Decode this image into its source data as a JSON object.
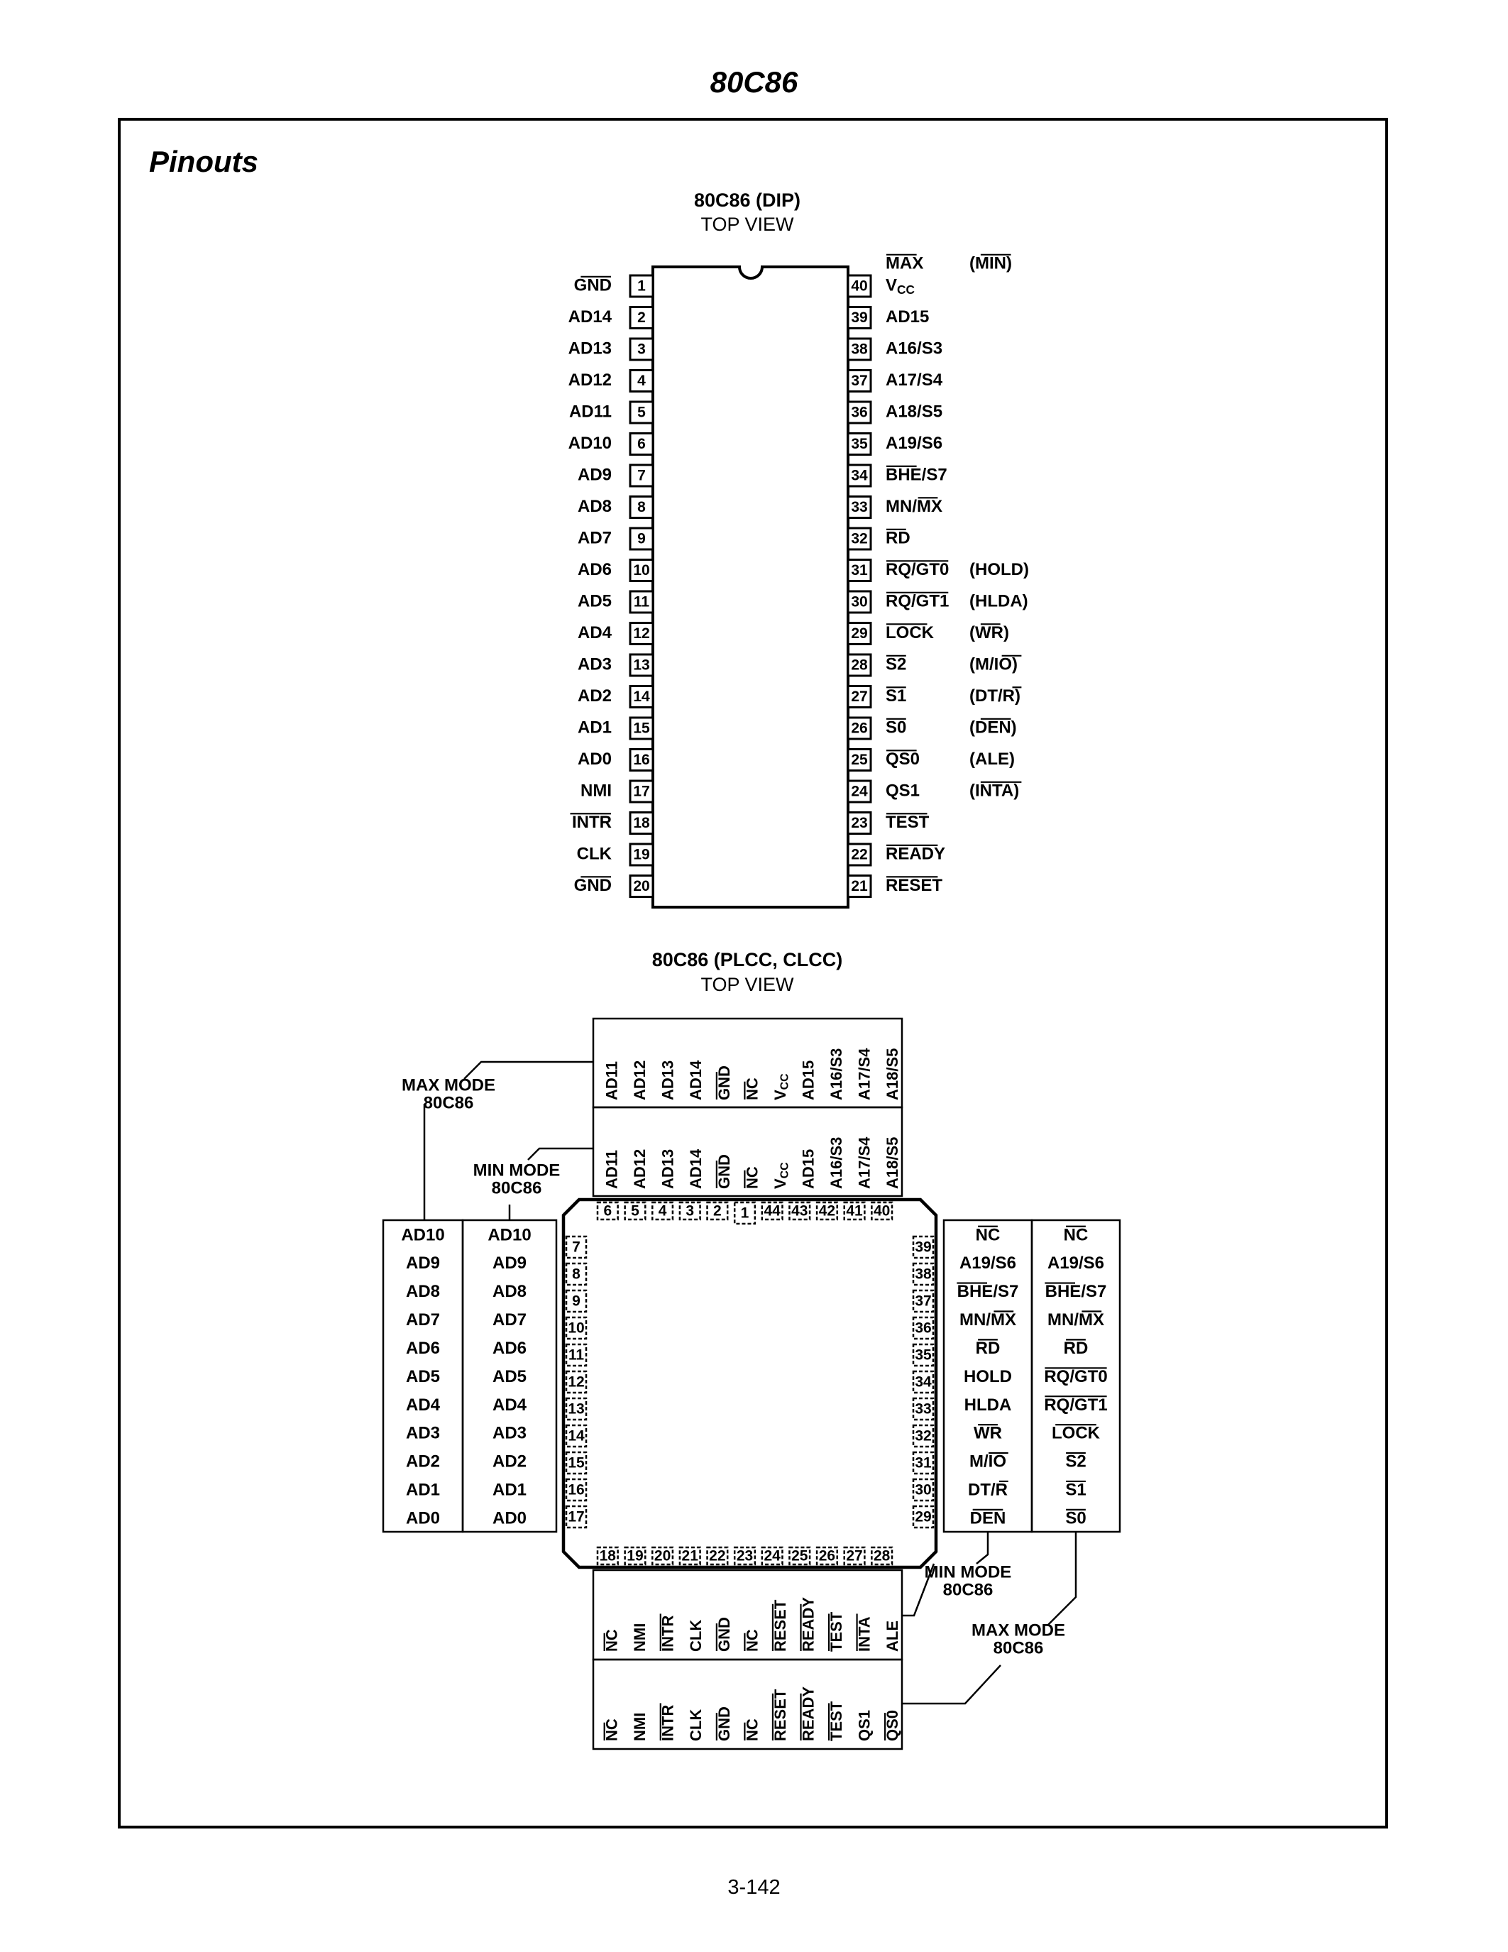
{
  "page": {
    "header": "80C86",
    "section_title": "Pinouts",
    "page_number": "3-142"
  },
  "dip": {
    "title": "80C86 (DIP)",
    "subtitle": "TOP VIEW",
    "mode_headers": {
      "max": "MAX",
      "min": "(MIN)"
    },
    "left_pins": [
      {
        "num": "1",
        "label": "GND"
      },
      {
        "num": "2",
        "label": "AD14"
      },
      {
        "num": "3",
        "label": "AD13"
      },
      {
        "num": "4",
        "label": "AD12"
      },
      {
        "num": "5",
        "label": "AD11"
      },
      {
        "num": "6",
        "label": "AD10"
      },
      {
        "num": "7",
        "label": "AD9"
      },
      {
        "num": "8",
        "label": "AD8"
      },
      {
        "num": "9",
        "label": "AD7"
      },
      {
        "num": "10",
        "label": "AD6"
      },
      {
        "num": "11",
        "label": "AD5"
      },
      {
        "num": "12",
        "label": "AD4"
      },
      {
        "num": "13",
        "label": "AD3"
      },
      {
        "num": "14",
        "label": "AD2"
      },
      {
        "num": "15",
        "label": "AD1"
      },
      {
        "num": "16",
        "label": "AD0"
      },
      {
        "num": "17",
        "label": "NMI"
      },
      {
        "num": "18",
        "label": "INTR"
      },
      {
        "num": "19",
        "label": "CLK"
      },
      {
        "num": "20",
        "label": "GND"
      }
    ],
    "right_pins": [
      {
        "num": "40",
        "label": "VCC",
        "min": ""
      },
      {
        "num": "39",
        "label": "AD15",
        "min": ""
      },
      {
        "num": "38",
        "label": "A16/S3",
        "min": ""
      },
      {
        "num": "37",
        "label": "A17/S4",
        "min": ""
      },
      {
        "num": "36",
        "label": "A18/S5",
        "min": ""
      },
      {
        "num": "35",
        "label": "A19/S6",
        "min": ""
      },
      {
        "num": "34",
        "label": "BHE/S7",
        "min": ""
      },
      {
        "num": "33",
        "label": "MN/MX",
        "min": ""
      },
      {
        "num": "32",
        "label": "RD",
        "min": ""
      },
      {
        "num": "31",
        "label": "RQ/GT0",
        "min": "(HOLD)"
      },
      {
        "num": "30",
        "label": "RQ/GT1",
        "min": "(HLDA)"
      },
      {
        "num": "29",
        "label": "LOCK",
        "min": "(WR)"
      },
      {
        "num": "28",
        "label": "S2",
        "min": "(M/IO)"
      },
      {
        "num": "27",
        "label": "S1",
        "min": "(DT/R)"
      },
      {
        "num": "26",
        "label": "S0",
        "min": "(DEN)"
      },
      {
        "num": "25",
        "label": "QS0",
        "min": "(ALE)"
      },
      {
        "num": "24",
        "label": "QS1",
        "min": "(INTA)"
      },
      {
        "num": "23",
        "label": "TEST",
        "min": ""
      },
      {
        "num": "22",
        "label": "READY",
        "min": ""
      },
      {
        "num": "21",
        "label": "RESET",
        "min": ""
      }
    ]
  },
  "plcc": {
    "title": "80C86 (PLCC, CLCC)",
    "subtitle": "TOP VIEW",
    "callouts": {
      "max_top": [
        "MAX MODE",
        "80C86"
      ],
      "min_top": [
        "MIN MODE",
        "80C86"
      ],
      "min_bottom": [
        "MIN MODE",
        "80C86"
      ],
      "max_bottom": [
        "MAX MODE",
        "80C86"
      ]
    },
    "top_pin_numbers": [
      "6",
      "5",
      "4",
      "3",
      "2",
      "1",
      "44",
      "43",
      "42",
      "41",
      "40"
    ],
    "top_max_labels": [
      "AD11",
      "AD12",
      "AD13",
      "AD14",
      "GND",
      "NC",
      "VCC",
      "AD15",
      "A16/S3",
      "A17/S4",
      "A18/S5"
    ],
    "top_min_labels": [
      "AD11",
      "AD12",
      "AD13",
      "AD14",
      "GND",
      "NC",
      "VCC",
      "AD15",
      "A16/S3",
      "A17/S4",
      "A18/S5"
    ],
    "left_pin_numbers": [
      "7",
      "8",
      "9",
      "10",
      "11",
      "12",
      "13",
      "14",
      "15",
      "16",
      "17"
    ],
    "left_max_labels": [
      "AD10",
      "AD9",
      "AD8",
      "AD7",
      "AD6",
      "AD5",
      "AD4",
      "AD3",
      "AD2",
      "AD1",
      "AD0"
    ],
    "left_min_labels": [
      "AD10",
      "AD9",
      "AD8",
      "AD7",
      "AD6",
      "AD5",
      "AD4",
      "AD3",
      "AD2",
      "AD1",
      "AD0"
    ],
    "right_pin_numbers": [
      "39",
      "38",
      "37",
      "36",
      "35",
      "34",
      "33",
      "32",
      "31",
      "30",
      "29"
    ],
    "right_min_labels": [
      "NC",
      "A19/S6",
      "BHE/S7",
      "MN/MX",
      "RD",
      "HOLD",
      "HLDA",
      "WR",
      "M/IO",
      "DT/R",
      "DEN"
    ],
    "right_max_labels": [
      "NC",
      "A19/S6",
      "BHE/S7",
      "MN/MX",
      "RD",
      "RQ/GT0",
      "RQ/GT1",
      "LOCK",
      "S2",
      "S1",
      "S0"
    ],
    "bottom_pin_numbers": [
      "18",
      "19",
      "20",
      "21",
      "22",
      "23",
      "24",
      "25",
      "26",
      "27",
      "28"
    ],
    "bottom_min_labels": [
      "NC",
      "NMI",
      "INTR",
      "CLK",
      "GND",
      "NC",
      "RESET",
      "READY",
      "TEST",
      "INTA",
      "ALE"
    ],
    "bottom_max_labels": [
      "NC",
      "NMI",
      "INTR",
      "CLK",
      "GND",
      "NC",
      "RESET",
      "READY",
      "TEST",
      "QS1",
      "QS0"
    ]
  }
}
